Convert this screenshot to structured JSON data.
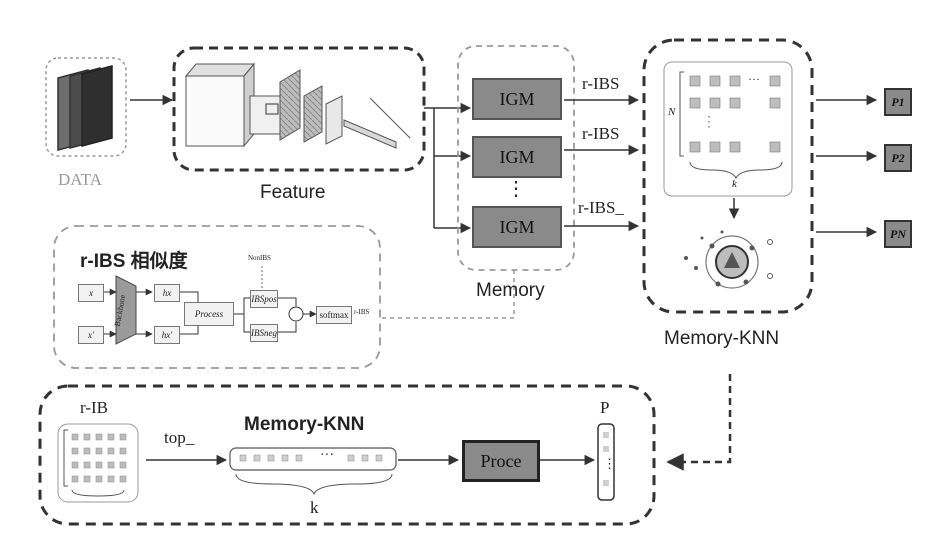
{
  "labels": {
    "data": "DATA",
    "feature": "Feature",
    "memory": "Memory",
    "memory_knn": "Memory-KNN",
    "similarity_title": "r-IBS 相似度",
    "rib": "r-IB",
    "top": "top_",
    "memory_knn_bottom": "Memory-KNN",
    "proce": "Proce",
    "p": "P",
    "k_bottom": "k",
    "k_grid": "k",
    "n_grid": "N",
    "vertical_dots": "⋮",
    "horizontal_dots": "···"
  },
  "memory_modules": [
    {
      "label": "IGM",
      "output": "r-IBS"
    },
    {
      "label": "IGM",
      "output": "r-IBS"
    },
    {
      "label": "IGM",
      "output": "r-IBS_"
    }
  ],
  "outputs": [
    "P1",
    "P2",
    "PN"
  ],
  "subdiagram": {
    "x": "x",
    "x_prime": "x'",
    "backbone": "Backbone",
    "hx": "hx",
    "hx_prime": "hx'",
    "process": "Process",
    "nonibs": "NonIBS",
    "ibs_pos": "IBSpos",
    "ibs_neg": "IBSneg",
    "plus": "+",
    "softmax": "softmax",
    "ibs_out": "r-IBS"
  }
}
